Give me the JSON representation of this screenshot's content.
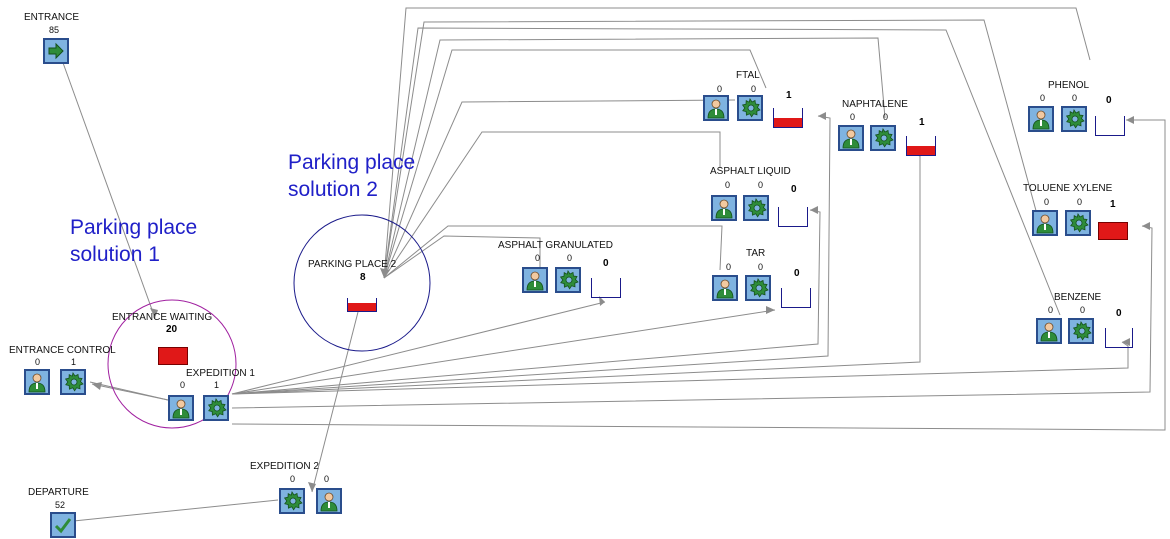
{
  "notes": {
    "solution1_line1": "Parking place",
    "solution1_line2": "solution 1",
    "solution2_line1": "Parking place",
    "solution2_line2": "solution 2"
  },
  "entrance": {
    "label": "ENTRANCE",
    "count": "85"
  },
  "departure": {
    "label": "DEPARTURE",
    "count": "52"
  },
  "entrance_waiting": {
    "label": "ENTRANCE WAITING",
    "value": "20"
  },
  "parking_place_2": {
    "label": "PARKING PLACE 2",
    "value": "8"
  },
  "entrance_control": {
    "label": "ENTRANCE CONTROL",
    "operators": "0",
    "machines": "1"
  },
  "expedition_1": {
    "label": "EXPEDITION 1",
    "operators": "0",
    "machines": "1"
  },
  "expedition_2": {
    "label": "EXPEDITION 2",
    "machines": "0",
    "operators": "0"
  },
  "stations": {
    "ftal": {
      "label": "FTAL",
      "operators": "0",
      "machines": "0",
      "queue": "1",
      "queue_fill": 0.5
    },
    "naphthalene": {
      "label": "NAPHTALENE",
      "operators": "0",
      "machines": "0",
      "queue": "1",
      "queue_fill": 0.5
    },
    "phenol": {
      "label": "PHENOL",
      "operators": "0",
      "machines": "0",
      "queue": "0",
      "queue_fill": 0
    },
    "asphalt_liquid": {
      "label": "ASPHALT LIQUID",
      "operators": "0",
      "machines": "0",
      "queue": "0",
      "queue_fill": 0
    },
    "toluene_xylene": {
      "label": "TOLUENE XYLENE",
      "operators": "0",
      "machines": "0",
      "queue": "1",
      "queue_fill": 1
    },
    "asphalt_granulated": {
      "label": "ASPHALT GRANULATED",
      "operators": "0",
      "machines": "0",
      "queue": "0",
      "queue_fill": 0
    },
    "tar": {
      "label": "TAR",
      "operators": "0",
      "machines": "0",
      "queue": "0",
      "queue_fill": 0
    },
    "benzene": {
      "label": "BENZENE",
      "operators": "0",
      "machines": "0",
      "queue": "0",
      "queue_fill": 0
    }
  },
  "colors": {
    "connector": "#8c8c8c",
    "annotation_text": "#2020c8",
    "circle_solution1": "#a020a0",
    "circle_solution2": "#1a1a8a",
    "queue_fill": "#e01818",
    "icon_bg": "#7fb3e0",
    "icon_border": "#2a4d8c"
  }
}
